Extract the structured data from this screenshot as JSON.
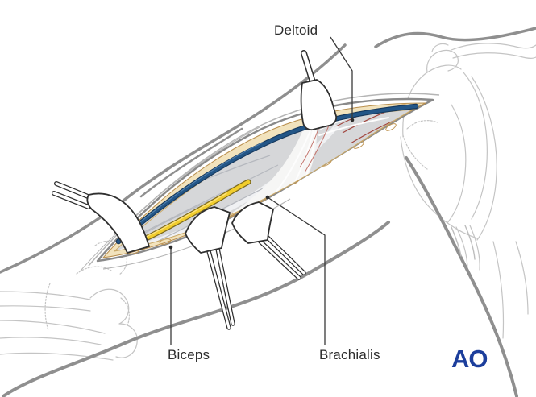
{
  "figure": {
    "type": "surgical-illustration",
    "description": "Surgical exposure of the upper arm (anterolateral approach) with four retractors opening an incision; deltoid, biceps and brachialis muscles labeled; cephalic vein (blue) and nerve (yellow) visible in the wound; faint shoulder and elbow bone sketches in background",
    "labels": {
      "deltoid": "Deltoid",
      "biceps": "Biceps",
      "brachialis": "Brachialis"
    },
    "logo_text": "AO",
    "colors": {
      "label_text": "#2d2d2d",
      "leader_line": "#3a3a3a",
      "logo_blue": "#1c3e9c",
      "arm_outline_gray": "#8f8f8f",
      "sketch_gray": "#c4c4c4",
      "skin_white": "#ffffff",
      "skin_edge_gray": "#8a8a8a",
      "fat_cream": "#f2e3bd",
      "fat_lobule_tan": "#c09552",
      "vein_blue": "#235687",
      "vein_outline": "#16385c",
      "nerve_yellow": "#f1cd2d",
      "nerve_outline": "#7d6a1d",
      "muscle_gray": "#d6d7d9",
      "muscle_gray_streak": "#b5b8be",
      "muscle_red": "#c96c63",
      "muscle_red_striation": "#a1453d",
      "fascia_white": "#f6f6f5",
      "retractor_outline": "#2f2f2f"
    }
  }
}
